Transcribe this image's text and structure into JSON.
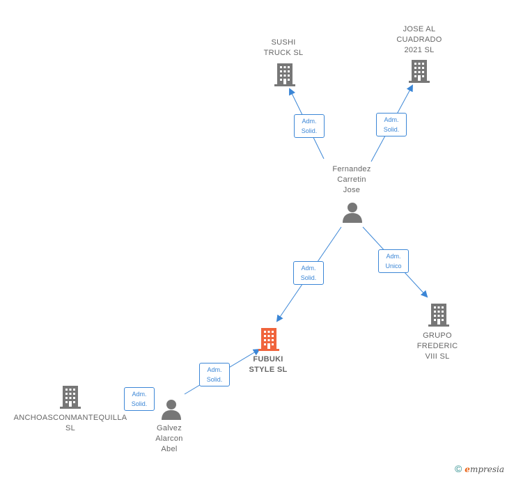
{
  "nodes": {
    "sushi": {
      "lines": [
        "SUSHI",
        "TRUCK  SL"
      ]
    },
    "jose": {
      "lines": [
        "JOSE AL",
        "CUADRADO",
        "2021  SL"
      ]
    },
    "fernandez": {
      "lines": [
        "Fernandez",
        "Carretin",
        "Jose"
      ]
    },
    "fubuki": {
      "lines": [
        "FUBUKI",
        "STYLE  SL"
      ]
    },
    "grupo": {
      "lines": [
        "GRUPO",
        "FREDERIC",
        "VIII  SL"
      ]
    },
    "ancho": {
      "lines": [
        "ANCHOASCONMANTEQUILLA",
        "SL"
      ]
    },
    "galvez": {
      "lines": [
        "Galvez",
        "Alarcon",
        "Abel"
      ]
    }
  },
  "edges": {
    "fern_sushi": [
      "Adm.",
      "Solid."
    ],
    "fern_jose": [
      "Adm.",
      "Solid."
    ],
    "fern_fubuki": [
      "Adm.",
      "Solid."
    ],
    "fern_grupo": [
      "Adm.",
      "Unico"
    ],
    "galvez_fubuki": [
      "Adm.",
      "Solid."
    ],
    "galvez_ancho": [
      "Adm.",
      "Solid."
    ]
  },
  "footer": {
    "copyright": "©",
    "brand_e": "e",
    "brand_rest": "mpresia"
  },
  "colors": {
    "edge": "#3b86d6",
    "company": "#777777",
    "focus_company": "#f0643c",
    "person": "#777777"
  }
}
